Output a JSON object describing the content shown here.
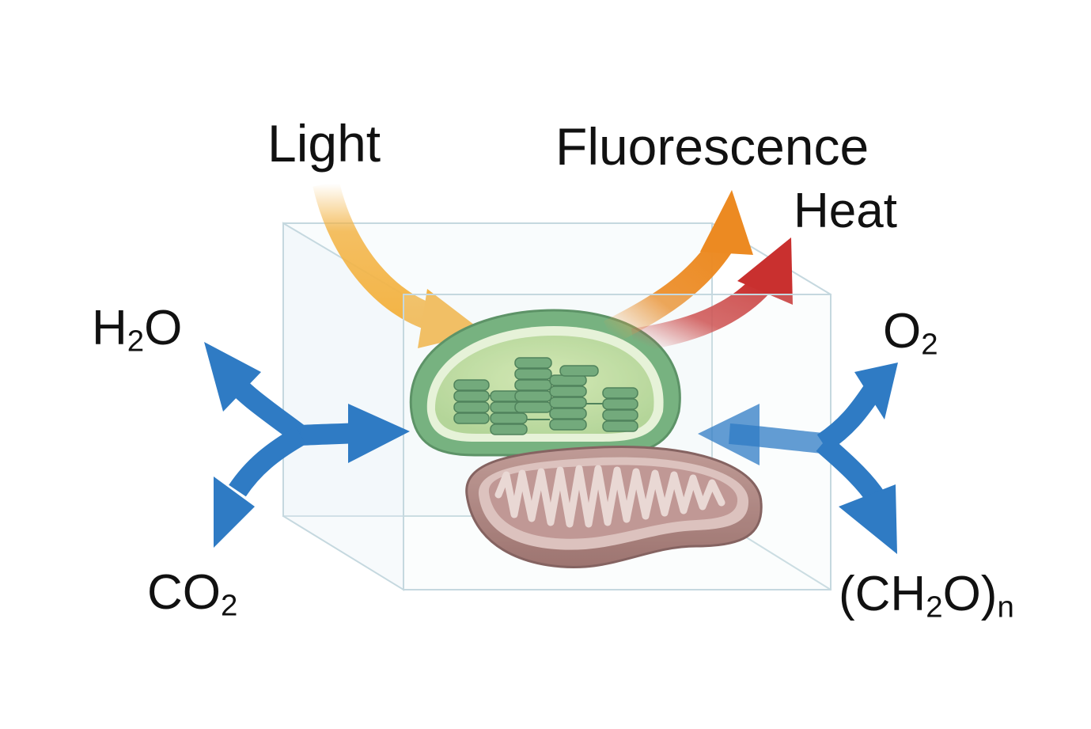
{
  "labels": {
    "light": "Light",
    "fluorescence": "Fluorescence",
    "heat": "Heat",
    "h2o": {
      "main": "H",
      "sub": "2",
      "tail": "O"
    },
    "co2": {
      "main": "CO",
      "sub": "2"
    },
    "o2": {
      "main": "O",
      "sub": "2"
    },
    "ch2o_n": {
      "pre": "(CH",
      "sub": "2",
      "mid": "O)",
      "sub2": "n"
    }
  },
  "colors": {
    "light_arrow": "#f3b446",
    "fluorescence_arrow": "#ec8a22",
    "heat_arrow": "#c9302f",
    "exchange_arrow": "#2f7bc4",
    "chloroplast_outer": "#5fa467",
    "chloroplast_inner": "#b6d78f",
    "thylakoid": "#5a9a62",
    "mitochondrion": "#9a6660",
    "box_edge": "#c5d8df"
  }
}
